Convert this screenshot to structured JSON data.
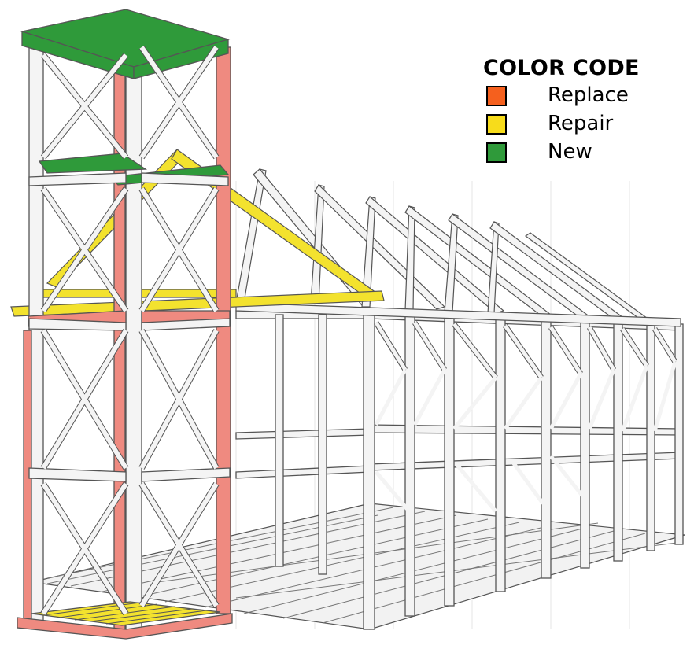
{
  "legend": {
    "title": "COLOR CODE",
    "items": [
      {
        "label": "Replace",
        "color": "#f5601e"
      },
      {
        "label": "Repair",
        "color": "#f7dc1b"
      },
      {
        "label": "New",
        "color": "#2f9a3a"
      }
    ]
  },
  "colors": {
    "timber": "#f4f4f4",
    "outline": "#555555",
    "replace_member": "#ef8a80",
    "repair_member": "#f3e22e",
    "new_member": "#2f9a3a",
    "grid": "#d6d6d6"
  }
}
